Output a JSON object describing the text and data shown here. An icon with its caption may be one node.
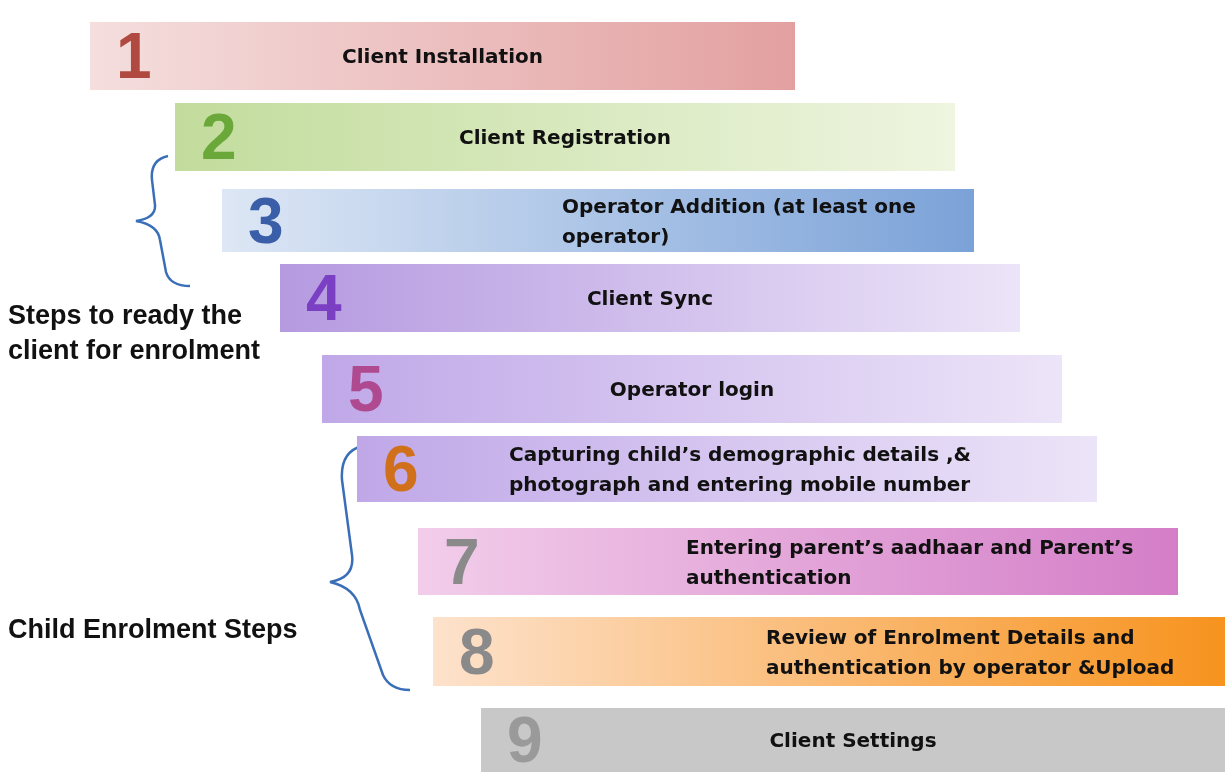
{
  "diagram": {
    "nodes": [
      {
        "text": [
          "1",
          "Client Installation"
        ]
      },
      {
        "text": [
          "2",
          "Client Registration"
        ]
      },
      {
        "text": [
          "3",
          "Operator Addition  (at least one operator)"
        ]
      },
      {
        "text": [
          "4",
          "Client Sync"
        ]
      },
      {
        "text": [
          "5",
          "Operator login"
        ]
      },
      {
        "text": [
          "6",
          "Capturing  child’s  demographic details ,& photograph and entering  mobile number"
        ]
      },
      {
        "text": [
          "7",
          "Entering parent’s  aadhaar and Parent’s authentication"
        ]
      },
      {
        "text": [
          "8",
          "Review of Enrolment Details and authentication  by operator &Upload"
        ]
      },
      {
        "text": [
          "9",
          "Client Settings"
        ]
      }
    ],
    "labels": [
      "Steps to ready the client for enrolment",
      "Child Enrolment Steps"
    ]
  }
}
